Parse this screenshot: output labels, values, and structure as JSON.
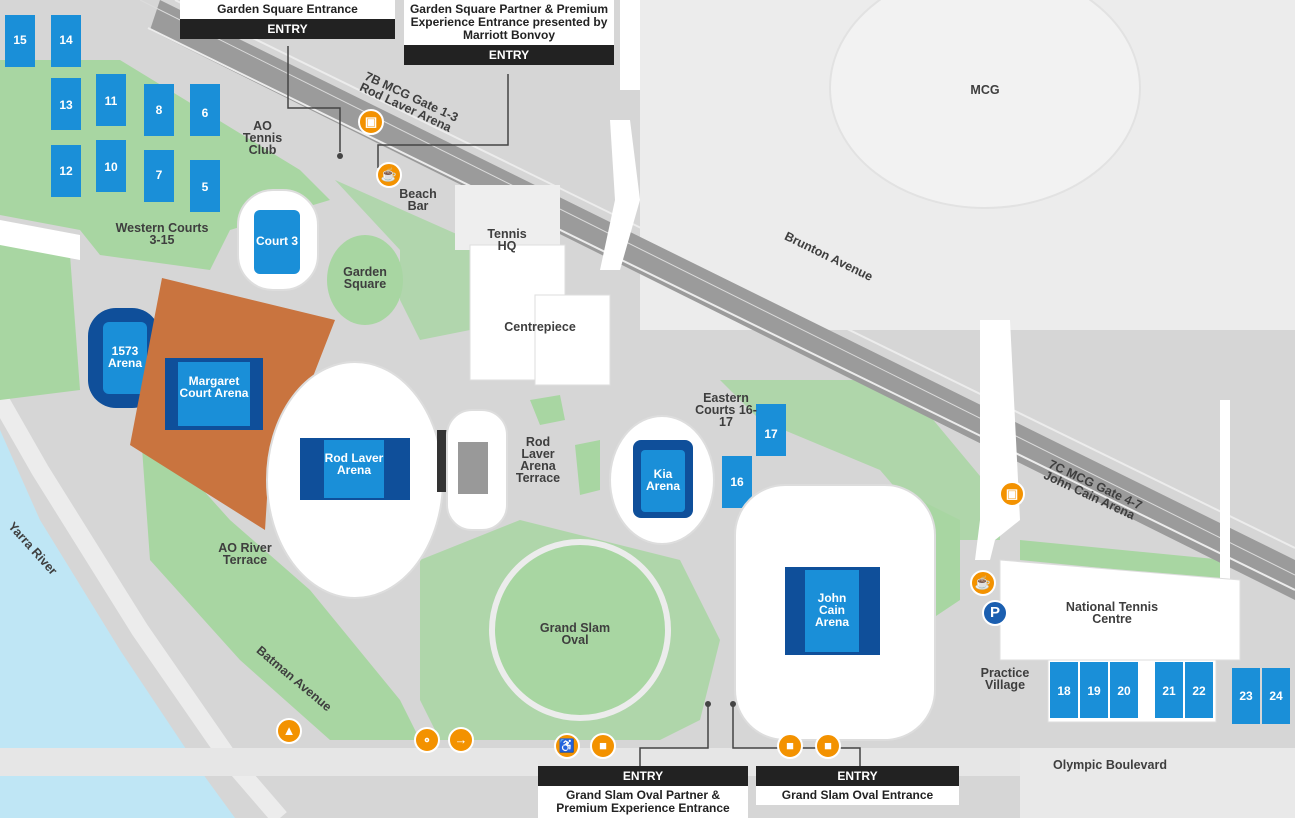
{
  "colors": {
    "court_blue": "#1a8fd8",
    "arena_dark": "#0f4f9a",
    "green": "#a8d6a2",
    "brown": "#c9743f",
    "orange_icon": "#f39200",
    "parking_blue": "#1b5fb0",
    "river": "#bfe6f5",
    "entry_black": "#222222"
  },
  "entries": [
    {
      "id": "garden-square",
      "label": "Garden Square Entrance",
      "badge": "ENTRY"
    },
    {
      "id": "garden-square-partner",
      "label": "Garden Square Partner & Premium Experience Entrance presented by Marriott Bonvoy",
      "badge": "ENTRY"
    },
    {
      "id": "gso-partner",
      "label": "Grand Slam Oval Partner & Premium Experience Entrance",
      "badge": "ENTRY"
    },
    {
      "id": "gso",
      "label": "Grand Slam Oval Entrance",
      "badge": "ENTRY"
    }
  ],
  "labels": {
    "mcg": "MCG",
    "gate_7b": "7B MCG Gate 1-3 Rod Laver Arena",
    "gate_7c": "7C MCG Gate 4-7 John Cain Arena",
    "ao_tennis_club": "AO Tennis Club",
    "beach_bar": "Beach Bar",
    "western_courts": "Western Courts 3-15",
    "tennis_hq": "Tennis HQ",
    "brunton_avenue": "Brunton Avenue",
    "garden_square": "Garden Square",
    "centrepiece": "Centrepiece",
    "rod_laver_terrace": "Rod Laver Arena Terrace",
    "eastern_courts": "Eastern Courts 16-17",
    "ao_river_terrace": "AO River Terrace",
    "yarra_river": "Yarra River",
    "grand_slam_oval": "Grand Slam Oval",
    "batman_avenue": "Batman Avenue",
    "national_tennis_centre": "National Tennis Centre",
    "practice_village": "Practice Village",
    "olympic_boulevard": "Olympic Boulevard"
  },
  "arenas": {
    "court3": "Court 3",
    "arena1573": "1573 Arena",
    "margaret_court": "Margaret Court Arena",
    "rod_laver": "Rod Laver Arena",
    "kia": "Kia Arena",
    "john_cain": "John Cain Arena"
  },
  "courts": [
    "15",
    "14",
    "13",
    "11",
    "8",
    "6",
    "12",
    "10",
    "7",
    "5",
    "17",
    "16",
    "18",
    "19",
    "20",
    "21",
    "22",
    "23",
    "24"
  ],
  "icons": {
    "tram": "tram-icon",
    "bar": "drink-icon",
    "taxi": "taxi-icon",
    "bike": "bike-icon",
    "scooter": "scooter-icon",
    "accessible": "accessible-icon",
    "car": "car-icon",
    "parking": "P"
  }
}
